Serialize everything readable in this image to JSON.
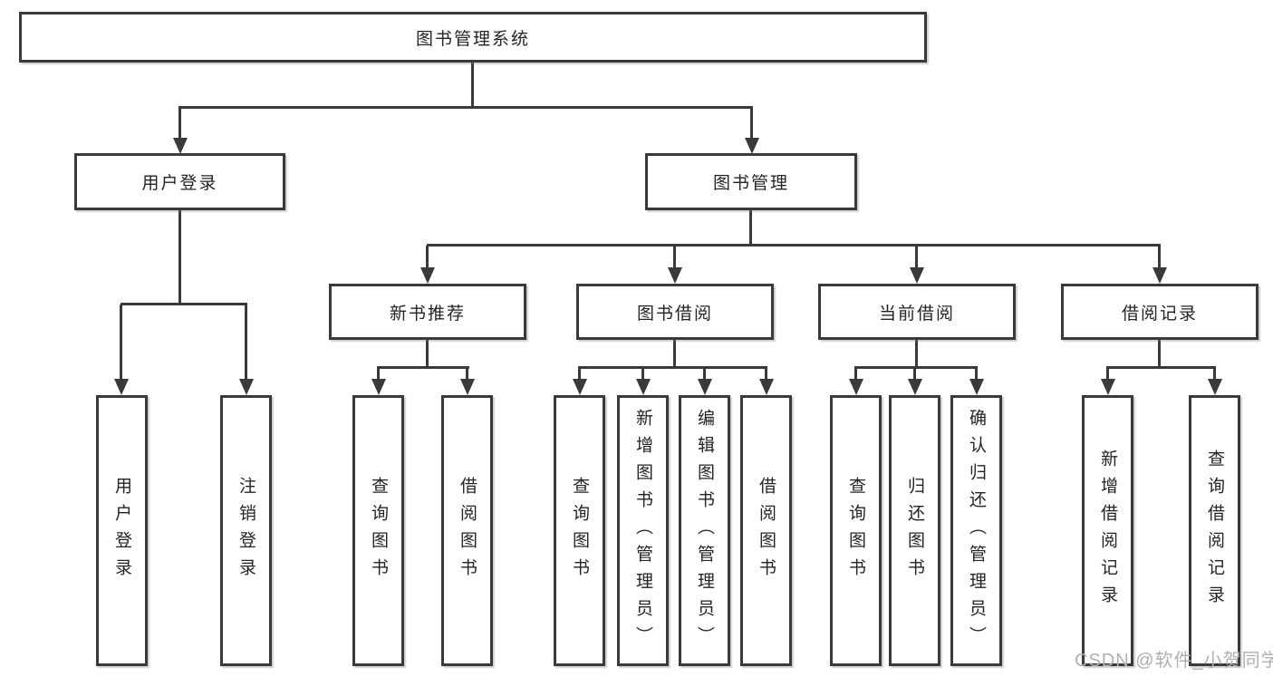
{
  "watermark": "CSDN @软件_小贺同学",
  "colors": {
    "line": "#3a3a3a",
    "box_border": "#3a3a3a",
    "box_background": "#ffffff",
    "text": "#242424",
    "watermark": "#b0b0b0",
    "background": "#ffffff"
  },
  "root": {
    "label": "图书管理系统",
    "children": [
      {
        "label": "用户登录",
        "children": [
          {
            "label": "用户登录"
          },
          {
            "label": "注销登录"
          }
        ]
      },
      {
        "label": "图书管理",
        "children": [
          {
            "label": "新书推荐",
            "children": [
              {
                "label": "查询图书"
              },
              {
                "label": "借阅图书"
              }
            ]
          },
          {
            "label": "图书借阅",
            "children": [
              {
                "label": "查询图书"
              },
              {
                "label": "新增图书（管理员）"
              },
              {
                "label": "编辑图书（管理员）"
              },
              {
                "label": "借阅图书"
              }
            ]
          },
          {
            "label": "当前借阅",
            "children": [
              {
                "label": "查询图书"
              },
              {
                "label": "归还图书"
              },
              {
                "label": "确认归还（管理员）"
              }
            ]
          },
          {
            "label": "借阅记录",
            "children": [
              {
                "label": "新增借阅记录"
              },
              {
                "label": "查询借阅记录"
              }
            ]
          }
        ]
      }
    ]
  }
}
